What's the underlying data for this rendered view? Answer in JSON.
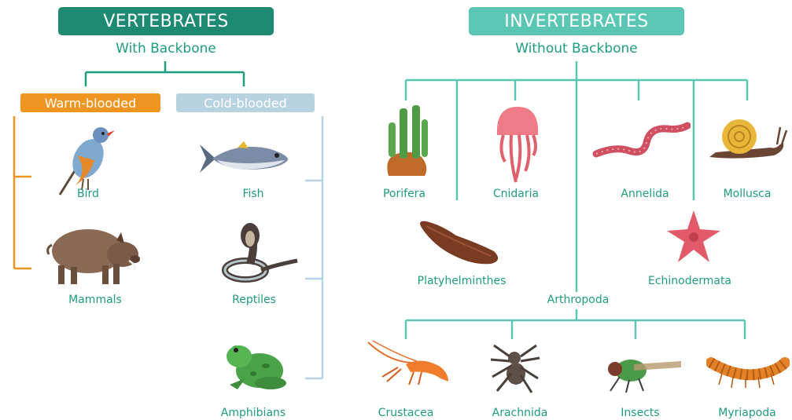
{
  "vertebrates": {
    "title": "VERTEBRATES",
    "subtitle": "With Backbone",
    "warm": {
      "label": "Warm-blooded",
      "items": [
        "Bird",
        "Mammals"
      ]
    },
    "cold": {
      "label": "Cold-blooded",
      "items": [
        "Fish",
        "Reptiles",
        "Amphibians"
      ]
    }
  },
  "invertebrates": {
    "title": "INVERTEBRATES",
    "subtitle": "Without Backbone",
    "items": [
      "Porifera",
      "Cnidaria",
      "Annelida",
      "Mollusca",
      "Platyhelminthes",
      "Echinodermata"
    ],
    "arthropoda": {
      "label": "Arthropoda",
      "items": [
        "Crustacea",
        "Arachnida",
        "Insects",
        "Myriapoda"
      ]
    }
  },
  "colors": {
    "vertebrate_header": "#1e8a72",
    "invertebrate_header": "#5cc6b4",
    "warm": "#f0951f",
    "cold": "#b7d3e2",
    "connector_dark": "#1f9c80",
    "connector_light": "#5cc6b4"
  },
  "icons": [
    "bird-icon",
    "boar-icon",
    "fish-icon",
    "cobra-icon",
    "frog-icon",
    "sponge-icon",
    "jellyfish-icon",
    "worm-icon",
    "snail-icon",
    "flatworm-icon",
    "starfish-icon",
    "shrimp-icon",
    "spider-icon",
    "fly-icon",
    "millipede-icon"
  ]
}
